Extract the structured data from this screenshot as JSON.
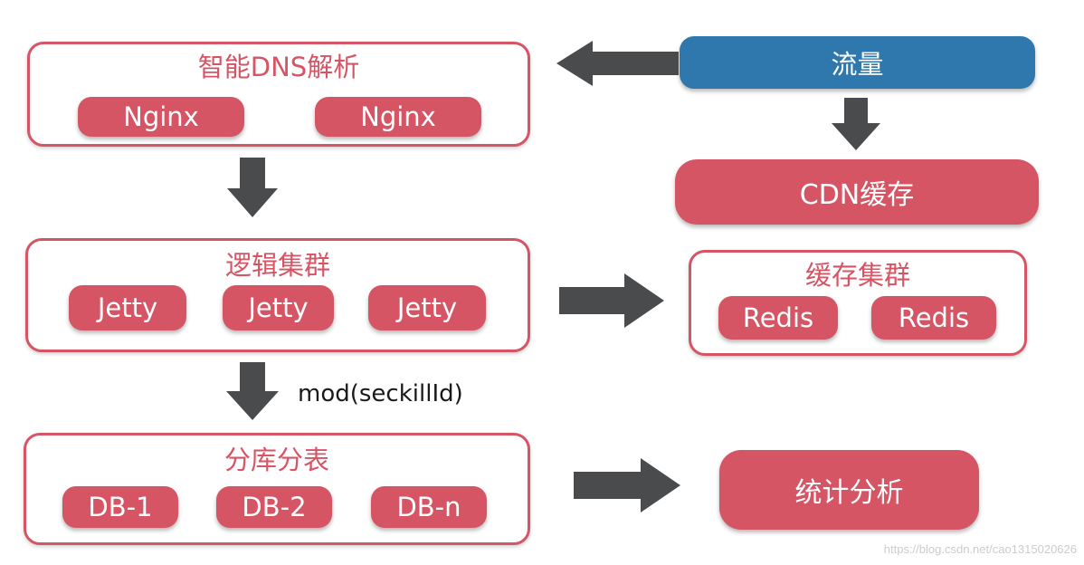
{
  "diagram": {
    "traffic": "流量",
    "cdn": "CDN缓存",
    "dns_group": {
      "title": "智能DNS解析",
      "nodes": [
        "Nginx",
        "Nginx"
      ]
    },
    "logic_group": {
      "title": "逻辑集群",
      "nodes": [
        "Jetty",
        "Jetty",
        "Jetty"
      ]
    },
    "cache_group": {
      "title": "缓存集群",
      "nodes": [
        "Redis",
        "Redis"
      ]
    },
    "db_group": {
      "title": "分库分表",
      "nodes": [
        "DB-1",
        "DB-2",
        "DB-n"
      ]
    },
    "stats": "统计分析",
    "edge_label": "mod(seckillId)",
    "watermark": "https://blog.csdn.net/cao1315020626"
  },
  "colors": {
    "accent_red": "#d65565",
    "traffic_blue": "#2f78ad",
    "arrow_gray": "#4a4b4d"
  }
}
